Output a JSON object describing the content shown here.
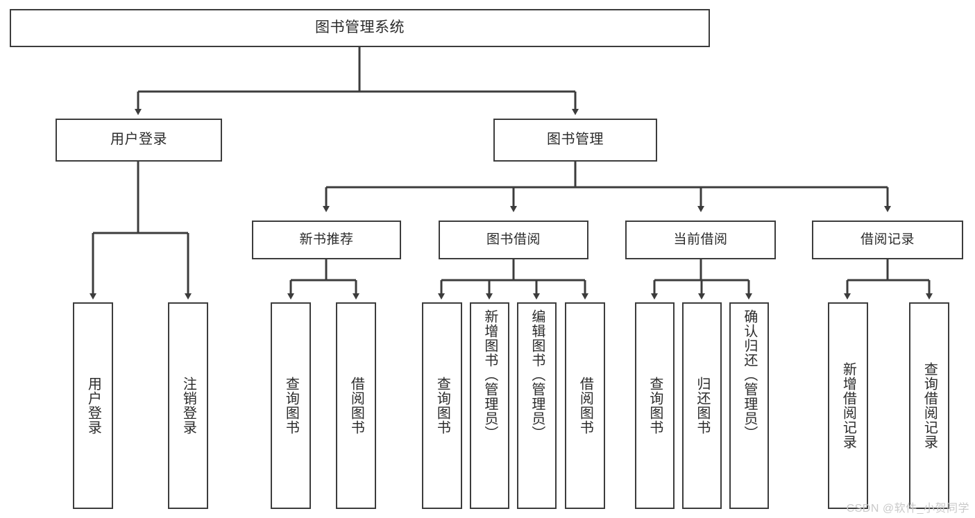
{
  "diagram": {
    "type": "tree-hierarchy-chart",
    "title": "图书管理系统",
    "line_color": "#3c3c3c",
    "box_border_color": "#3c3c3c",
    "box_fill_color": "#ffffff",
    "text_color": "#2b2b2b",
    "watermark": "CSDN @软件_小贺同学",
    "levels": {
      "root": {
        "label": "图书管理系统"
      },
      "level2": [
        {
          "label": "用户登录"
        },
        {
          "label": "图书管理"
        }
      ],
      "level3": [
        {
          "label": "新书推荐"
        },
        {
          "label": "图书借阅"
        },
        {
          "label": "当前借阅"
        },
        {
          "label": "借阅记录"
        }
      ],
      "leaves": {
        "user_login": [
          {
            "label": "用户登录"
          },
          {
            "label": "注销登录"
          }
        ],
        "new_book_recommend": [
          {
            "label": "查询图书"
          },
          {
            "label": "借阅图书"
          }
        ],
        "book_borrow": [
          {
            "label": "查询图书"
          },
          {
            "label": "新增图书（管理员）"
          },
          {
            "label": "编辑图书（管理员）"
          },
          {
            "label": "借阅图书"
          }
        ],
        "current_borrow": [
          {
            "label": "查询图书"
          },
          {
            "label": "归还图书"
          },
          {
            "label": "确认归还（管理员）"
          }
        ],
        "borrow_record": [
          {
            "label": "新增借阅记录"
          },
          {
            "label": "查询借阅记录"
          }
        ]
      }
    }
  }
}
